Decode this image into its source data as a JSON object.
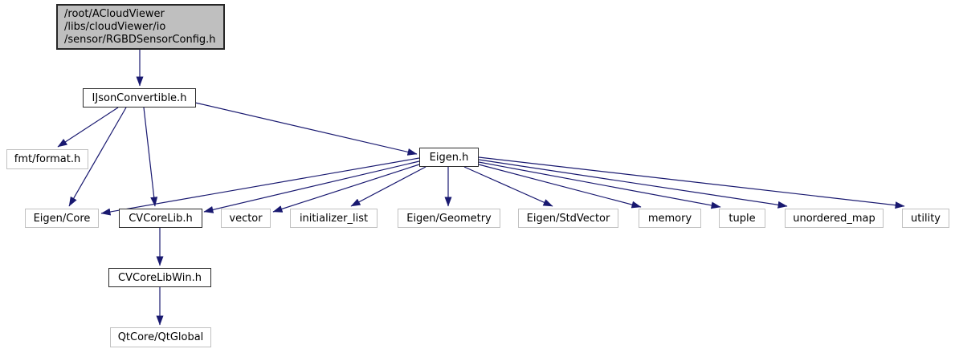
{
  "diagram": {
    "kind": "include-dependency-graph"
  },
  "colors": {
    "edge": "#191970",
    "current_node_fill": "#bfbfbf",
    "internal_node_border": "#2b2b2b",
    "external_node_border": "#c0c0c0",
    "text": "#000000",
    "background": "#ffffff"
  },
  "nodes": [
    {
      "id": "root",
      "label": [
        "/root/ACloudViewer",
        "/libs/cloudViewer/io",
        "/sensor/RGBDSensorConfig.h"
      ],
      "kind": "current"
    },
    {
      "id": "ijson",
      "label": "IJsonConvertible.h",
      "kind": "internal"
    },
    {
      "id": "fmt",
      "label": "fmt/format.h",
      "kind": "external"
    },
    {
      "id": "eigenh",
      "label": "Eigen.h",
      "kind": "internal"
    },
    {
      "id": "eigencore",
      "label": "Eigen/Core",
      "kind": "external"
    },
    {
      "id": "cvcorelib",
      "label": "CVCoreLib.h",
      "kind": "internal"
    },
    {
      "id": "vector",
      "label": "vector",
      "kind": "external"
    },
    {
      "id": "initializerlist",
      "label": "initializer_list",
      "kind": "external"
    },
    {
      "id": "eigengeometry",
      "label": "Eigen/Geometry",
      "kind": "external"
    },
    {
      "id": "eigenstdvector",
      "label": "Eigen/StdVector",
      "kind": "external"
    },
    {
      "id": "memory",
      "label": "memory",
      "kind": "external"
    },
    {
      "id": "tuple",
      "label": "tuple",
      "kind": "external"
    },
    {
      "id": "unorderedmap",
      "label": "unordered_map",
      "kind": "external"
    },
    {
      "id": "utility",
      "label": "utility",
      "kind": "external"
    },
    {
      "id": "cvcorelibwin",
      "label": "CVCoreLibWin.h",
      "kind": "internal"
    },
    {
      "id": "qtglobal",
      "label": "QtCore/QtGlobal",
      "kind": "external"
    }
  ],
  "edges": [
    {
      "from": "root",
      "to": "ijson"
    },
    {
      "from": "ijson",
      "to": "fmt"
    },
    {
      "from": "ijson",
      "to": "eigencore"
    },
    {
      "from": "ijson",
      "to": "cvcorelib"
    },
    {
      "from": "ijson",
      "to": "eigenh"
    },
    {
      "from": "eigenh",
      "to": "eigencore"
    },
    {
      "from": "eigenh",
      "to": "cvcorelib"
    },
    {
      "from": "eigenh",
      "to": "vector"
    },
    {
      "from": "eigenh",
      "to": "initializerlist"
    },
    {
      "from": "eigenh",
      "to": "eigengeometry"
    },
    {
      "from": "eigenh",
      "to": "eigenstdvector"
    },
    {
      "from": "eigenh",
      "to": "memory"
    },
    {
      "from": "eigenh",
      "to": "tuple"
    },
    {
      "from": "eigenh",
      "to": "unorderedmap"
    },
    {
      "from": "eigenh",
      "to": "utility"
    },
    {
      "from": "cvcorelib",
      "to": "cvcorelibwin"
    },
    {
      "from": "cvcorelibwin",
      "to": "qtglobal"
    }
  ]
}
